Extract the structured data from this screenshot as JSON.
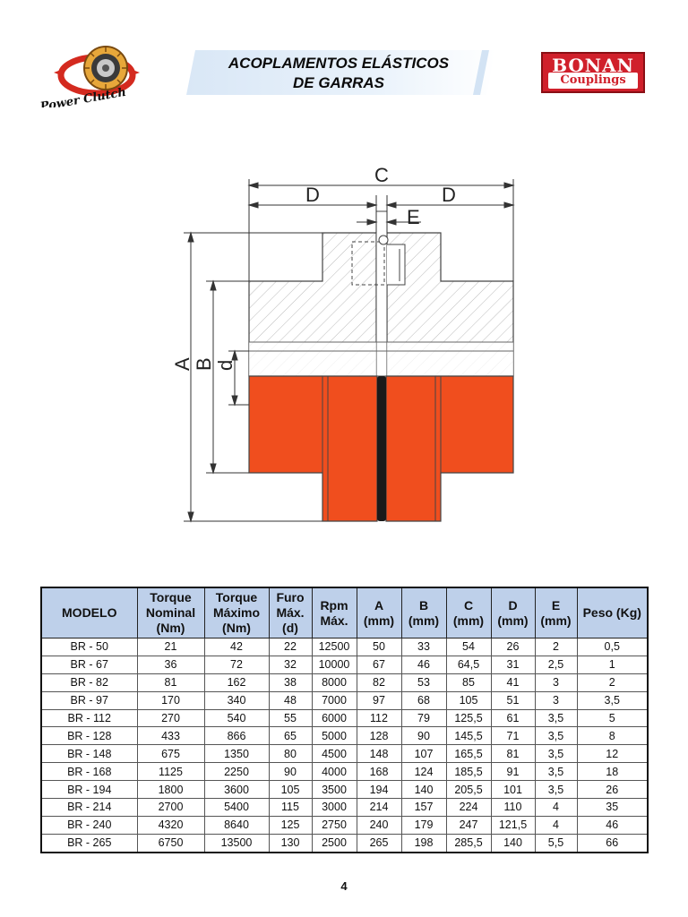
{
  "header": {
    "left_logo_text": "Power Clutch",
    "title_line1": "ACOPLAMENTOS ELÁSTICOS",
    "title_line2": "DE GARRAS",
    "right_logo_line1": "BONAN",
    "right_logo_line2": "Couplings"
  },
  "drawing": {
    "labels": {
      "c": "C",
      "d_left": "D",
      "d_right": "D",
      "e": "E",
      "a": "A",
      "b": "B",
      "d_small": "d"
    },
    "colors": {
      "hub": "#f04e1e",
      "outline": "#444444",
      "spider": "#1a1a1a",
      "hatch": "#bbbbbb"
    }
  },
  "table": {
    "headers": [
      "MODELO",
      "Torque Nominal (Nm)",
      "Torque Máximo (Nm)",
      "Furo Máx. (d)",
      "Rpm Máx.",
      "A (mm)",
      "B (mm)",
      "C (mm)",
      "D (mm)",
      "E (mm)",
      "Peso (Kg)"
    ],
    "rows": [
      [
        "BR - 50",
        "21",
        "42",
        "22",
        "12500",
        "50",
        "33",
        "54",
        "26",
        "2",
        "0,5"
      ],
      [
        "BR - 67",
        "36",
        "72",
        "32",
        "10000",
        "67",
        "46",
        "64,5",
        "31",
        "2,5",
        "1"
      ],
      [
        "BR - 82",
        "81",
        "162",
        "38",
        "8000",
        "82",
        "53",
        "85",
        "41",
        "3",
        "2"
      ],
      [
        "BR - 97",
        "170",
        "340",
        "48",
        "7000",
        "97",
        "68",
        "105",
        "51",
        "3",
        "3,5"
      ],
      [
        "BR - 112",
        "270",
        "540",
        "55",
        "6000",
        "112",
        "79",
        "125,5",
        "61",
        "3,5",
        "5"
      ],
      [
        "BR - 128",
        "433",
        "866",
        "65",
        "5000",
        "128",
        "90",
        "145,5",
        "71",
        "3,5",
        "8"
      ],
      [
        "BR - 148",
        "675",
        "1350",
        "80",
        "4500",
        "148",
        "107",
        "165,5",
        "81",
        "3,5",
        "12"
      ],
      [
        "BR - 168",
        "1125",
        "2250",
        "90",
        "4000",
        "168",
        "124",
        "185,5",
        "91",
        "3,5",
        "18"
      ],
      [
        "BR - 194",
        "1800",
        "3600",
        "105",
        "3500",
        "194",
        "140",
        "205,5",
        "101",
        "3,5",
        "26"
      ],
      [
        "BR - 214",
        "2700",
        "5400",
        "115",
        "3000",
        "214",
        "157",
        "224",
        "110",
        "4",
        "35"
      ],
      [
        "BR - 240",
        "4320",
        "8640",
        "125",
        "2750",
        "240",
        "179",
        "247",
        "121,5",
        "4",
        "46"
      ],
      [
        "BR - 265",
        "6750",
        "13500",
        "130",
        "2500",
        "265",
        "198",
        "285,5",
        "140",
        "5,5",
        "66"
      ]
    ]
  },
  "footer": {
    "page_number": "4"
  }
}
